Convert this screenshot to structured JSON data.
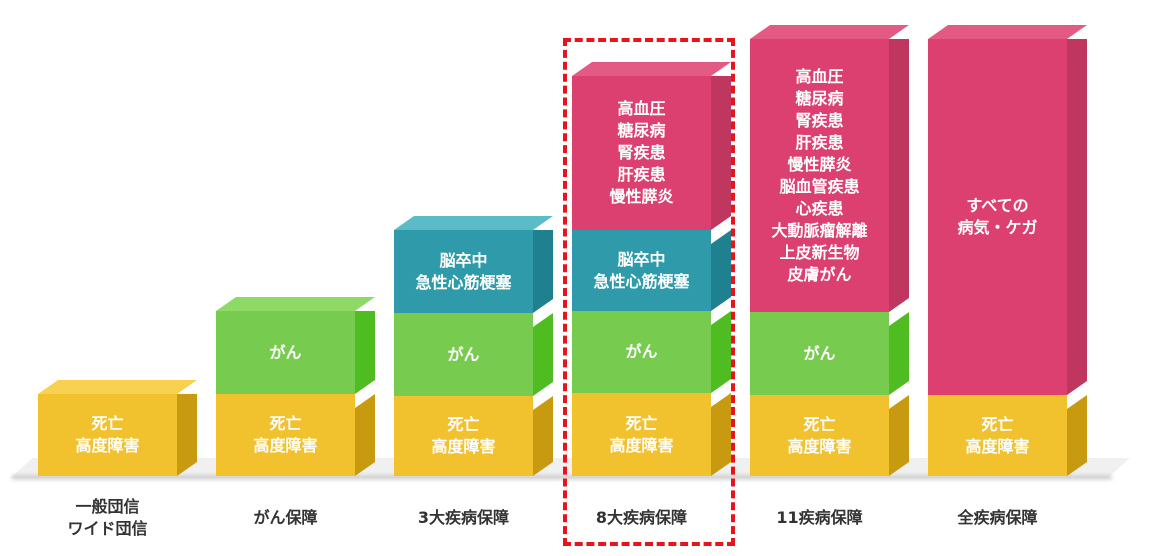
{
  "colors": {
    "death": {
      "front": "#f2c12e",
      "side": "#c79a10",
      "top": "#f9d150"
    },
    "cancer": {
      "front": "#77cc4f",
      "side": "#4fbd22",
      "top": "#8fd966"
    },
    "stroke": {
      "front": "#2f9aaa",
      "side": "#1f8090",
      "top": "#5bbcc8"
    },
    "disease": {
      "front": "#db4070",
      "side": "#bf365f",
      "top": "#e35b84"
    },
    "highlight": "#e8141b"
  },
  "plans": [
    {
      "label": [
        "一般団信",
        "ワイド団信"
      ],
      "segments": [
        {
          "type": "death",
          "lines": [
            "死亡",
            "高度障害"
          ]
        }
      ]
    },
    {
      "label": [
        "がん保障"
      ],
      "segments": [
        {
          "type": "death",
          "lines": [
            "死亡",
            "高度障害"
          ]
        },
        {
          "type": "cancer",
          "lines": [
            "がん"
          ]
        }
      ]
    },
    {
      "label": [
        "3大疾病保障"
      ],
      "segments": [
        {
          "type": "death",
          "lines": [
            "死亡",
            "高度障害"
          ]
        },
        {
          "type": "cancer",
          "lines": [
            "がん"
          ]
        },
        {
          "type": "stroke",
          "lines": [
            "脳卒中",
            "急性心筋梗塞"
          ]
        }
      ]
    },
    {
      "label": [
        "8大疾病保障"
      ],
      "highlighted": true,
      "segments": [
        {
          "type": "death",
          "lines": [
            "死亡",
            "高度障害"
          ]
        },
        {
          "type": "cancer",
          "lines": [
            "がん"
          ]
        },
        {
          "type": "stroke",
          "lines": [
            "脳卒中",
            "急性心筋梗塞"
          ]
        },
        {
          "type": "disease",
          "lines": [
            "高血圧",
            "糖尿病",
            "腎疾患",
            "肝疾患",
            "慢性膵炎"
          ]
        }
      ]
    },
    {
      "label": [
        "11疾病保障"
      ],
      "segments": [
        {
          "type": "death",
          "lines": [
            "死亡",
            "高度障害"
          ]
        },
        {
          "type": "cancer",
          "lines": [
            "がん"
          ]
        },
        {
          "type": "disease",
          "lines": [
            "高血圧",
            "糖尿病",
            "腎疾患",
            "肝疾患",
            "慢性膵炎",
            "脳血管疾患",
            "心疾患",
            "大動脈瘤解離",
            "上皮新生物",
            "皮膚がん"
          ]
        }
      ]
    },
    {
      "label": [
        "全疾病保障"
      ],
      "segments": [
        {
          "type": "death",
          "lines": [
            "死亡",
            "高度障害"
          ]
        },
        {
          "type": "disease",
          "lines": [
            "すべての",
            "病気・ケガ"
          ]
        }
      ]
    }
  ]
}
